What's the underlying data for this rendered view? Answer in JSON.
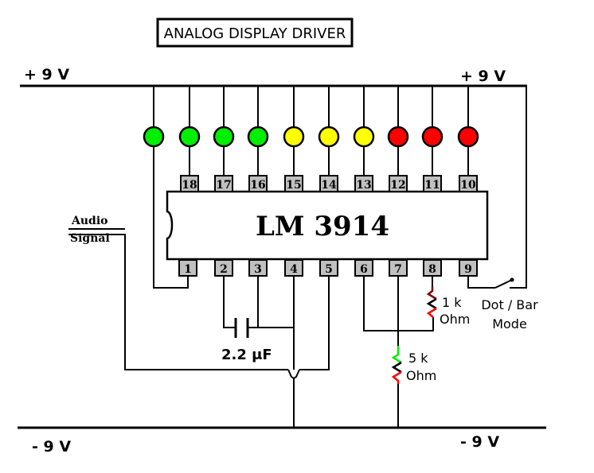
{
  "title": "ANALOG DISPLAY DRIVER",
  "ic": {
    "label": "LM 3914",
    "body_color": "#ffffff",
    "pin_color": "#c0c0c0"
  },
  "rails": {
    "positive_left": "+ 9 V",
    "positive_right": "+ 9 V",
    "negative_left": "- 9 V",
    "negative_right": "- 9 V"
  },
  "input_label": {
    "line1": "Audio",
    "line2": "Signal"
  },
  "pins_top": [
    "18",
    "17",
    "16",
    "15",
    "14",
    "13",
    "12",
    "11",
    "10"
  ],
  "pins_bottom": [
    "1",
    "2",
    "3",
    "4",
    "5",
    "6",
    "7",
    "8",
    "9"
  ],
  "leds": [
    {
      "color": "green",
      "hex": "#00ee00"
    },
    {
      "color": "green",
      "hex": "#00ee00"
    },
    {
      "color": "green",
      "hex": "#00ee00"
    },
    {
      "color": "green",
      "hex": "#00ee00"
    },
    {
      "color": "yellow",
      "hex": "#ffff00"
    },
    {
      "color": "yellow",
      "hex": "#ffff00"
    },
    {
      "color": "yellow",
      "hex": "#ffff00"
    },
    {
      "color": "red",
      "hex": "#ff0000"
    },
    {
      "color": "red",
      "hex": "#ff0000"
    },
    {
      "color": "red",
      "hex": "#ff0000"
    }
  ],
  "capacitor": {
    "label": "2.2 μF"
  },
  "resistor_1k": {
    "value": "1 k",
    "unit": "Ohm",
    "bands": [
      "#800000",
      "#000000",
      "#ff0000"
    ]
  },
  "resistor_5k": {
    "value": "5 k",
    "unit": "Ohm",
    "bands": [
      "#00ee00",
      "#000000",
      "#ff0000"
    ]
  },
  "switch": {
    "label_line1": "Dot / Bar",
    "label_line2": "Mode"
  }
}
